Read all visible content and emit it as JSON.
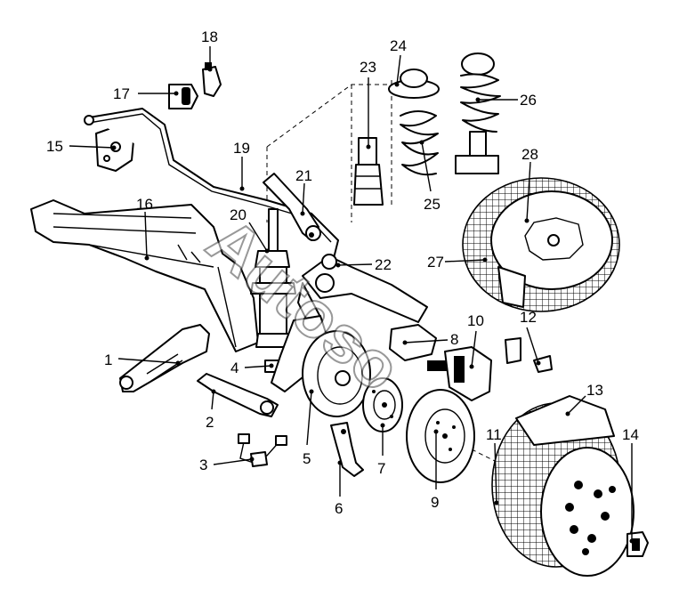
{
  "watermark": "Autoso",
  "colors": {
    "ink": "#000000",
    "paper": "#ffffff",
    "watermark": "#444444"
  },
  "callouts": [
    {
      "id": "c1",
      "label": "1"
    },
    {
      "id": "c2",
      "label": "2"
    },
    {
      "id": "c3",
      "label": "3"
    },
    {
      "id": "c4",
      "label": "4"
    },
    {
      "id": "c5",
      "label": "5"
    },
    {
      "id": "c6",
      "label": "6"
    },
    {
      "id": "c7",
      "label": "7"
    },
    {
      "id": "c8",
      "label": "8"
    },
    {
      "id": "c9",
      "label": "9"
    },
    {
      "id": "c10",
      "label": "10"
    },
    {
      "id": "c11",
      "label": "11"
    },
    {
      "id": "c12",
      "label": "12"
    },
    {
      "id": "c13",
      "label": "13"
    },
    {
      "id": "c14",
      "label": "14"
    },
    {
      "id": "c15",
      "label": "15"
    },
    {
      "id": "c16",
      "label": "16"
    },
    {
      "id": "c17",
      "label": "17"
    },
    {
      "id": "c18",
      "label": "18"
    },
    {
      "id": "c19",
      "label": "19"
    },
    {
      "id": "c20",
      "label": "20"
    },
    {
      "id": "c21",
      "label": "21"
    },
    {
      "id": "c22",
      "label": "22"
    },
    {
      "id": "c23",
      "label": "23"
    },
    {
      "id": "c24",
      "label": "24"
    },
    {
      "id": "c25",
      "label": "25"
    },
    {
      "id": "c26",
      "label": "26"
    },
    {
      "id": "c27",
      "label": "27"
    },
    {
      "id": "c28",
      "label": "28"
    }
  ]
}
